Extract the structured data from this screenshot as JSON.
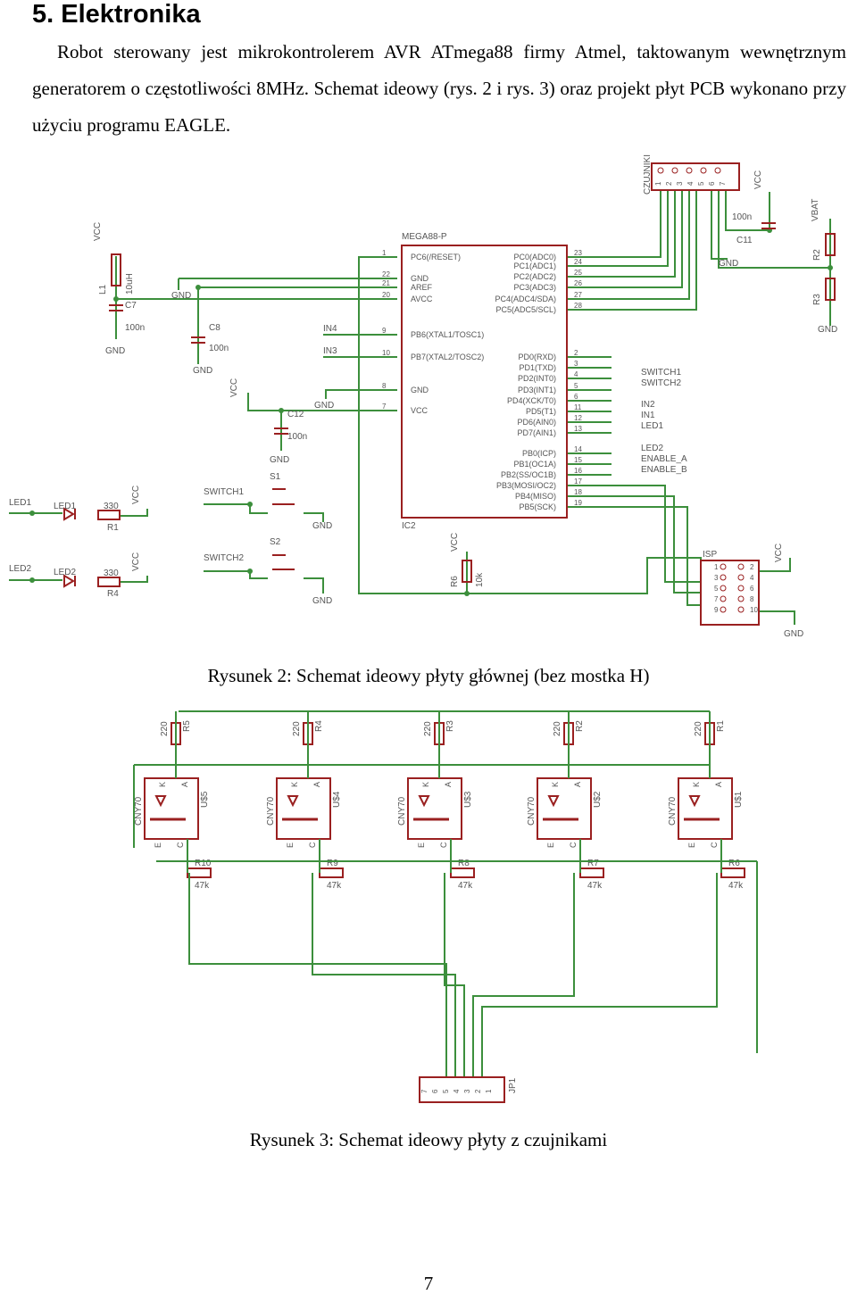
{
  "section": {
    "title": "5. Elektronika",
    "paragraph": "Robot sterowany jest mikrokontrolerem AVR ATmega88 firmy Atmel, taktowanym wewnętrznym generatorem o częstotliwości 8MHz. Schemat ideowy (rys. 2 i rys. 3) oraz projekt płyt PCB wykonano przy użyciu programu EAGLE."
  },
  "figure2": {
    "caption": "Rysunek 2: Schemat ideowy płyty głównej (bez mostka H)",
    "mcu": {
      "name": "MEGA88-P",
      "ref": "IC2",
      "left_pins": [
        {
          "num": "1",
          "name": "PC6(/RESET)"
        },
        {
          "num": "22",
          "name": "GND"
        },
        {
          "num": "21",
          "name": "AREF"
        },
        {
          "num": "20",
          "name": "AVCC"
        },
        {
          "num": "9",
          "name": "PB6(XTAL1/TOSC1)"
        },
        {
          "num": "10",
          "name": "PB7(XTAL2/TOSC2)"
        },
        {
          "num": "8",
          "name": "GND"
        },
        {
          "num": "7",
          "name": "VCC"
        }
      ],
      "right_pins": [
        {
          "num": "23",
          "name": "PC0(ADC0)"
        },
        {
          "num": "24",
          "name": "PC1(ADC1)"
        },
        {
          "num": "25",
          "name": "PC2(ADC2)"
        },
        {
          "num": "26",
          "name": "PC3(ADC3)"
        },
        {
          "num": "27",
          "name": "PC4(ADC4/SDA)"
        },
        {
          "num": "28",
          "name": "PC5(ADC5/SCL)"
        },
        {
          "num": "2",
          "name": "PD0(RXD)"
        },
        {
          "num": "3",
          "name": "PD1(TXD)"
        },
        {
          "num": "4",
          "name": "PD2(INT0)"
        },
        {
          "num": "5",
          "name": "PD3(INT1)"
        },
        {
          "num": "6",
          "name": "PD4(XCK/T0)"
        },
        {
          "num": "11",
          "name": "PD5(T1)"
        },
        {
          "num": "12",
          "name": "PD6(AIN0)"
        },
        {
          "num": "13",
          "name": "PD7(AIN1)"
        },
        {
          "num": "14",
          "name": "PB0(ICP)"
        },
        {
          "num": "15",
          "name": "PB1(OC1A)"
        },
        {
          "num": "16",
          "name": "PB2(SS/OC1B)"
        },
        {
          "num": "17",
          "name": "PB3(MOSI/OC2)"
        },
        {
          "num": "18",
          "name": "PB4(MISO)"
        },
        {
          "num": "19",
          "name": "PB5(SCK)"
        }
      ]
    },
    "labels": {
      "vcc": "VCC",
      "gnd": "GND",
      "vbat": "VBAT",
      "l1": "L1",
      "l1_val": "10uH",
      "c7": "C7",
      "c7_val": "100n",
      "c8": "C8",
      "c8_val": "100n",
      "c12": "C12",
      "c12_val": "100n",
      "c11": "C11",
      "c11_val": "100n",
      "in4": "IN4",
      "in3": "IN3",
      "in2": "IN2",
      "in1": "IN1",
      "switch1": "SWITCH1",
      "switch2": "SWITCH2",
      "led1": "LED1",
      "led2": "LED2",
      "led_left1": "LED1",
      "led_left2": "LED2",
      "led2_net": "LED2",
      "enable_a": "ENABLE_A",
      "enable_b": "ENABLE_B",
      "s1": "S1",
      "s2": "S2",
      "r1": "R1",
      "r4": "R4",
      "r_val": "330",
      "r2": "R2",
      "r3": "R3",
      "r6": "R6",
      "r6_val": "10k",
      "czujniki": "CZUJNIKI",
      "isp": "ISP"
    },
    "czujniki_pins": [
      "1",
      "2",
      "3",
      "4",
      "5",
      "6",
      "7"
    ],
    "isp_pins": [
      "1",
      "2",
      "3",
      "4",
      "5",
      "6",
      "7",
      "8",
      "9",
      "10"
    ]
  },
  "figure3": {
    "caption": "Rysunek 3: Schemat ideowy płyty z czujnikami",
    "sensors": [
      {
        "ref": "U$5",
        "r_top": "R5",
        "r_bot": "R10"
      },
      {
        "ref": "U$4",
        "r_top": "R4",
        "r_bot": "R9"
      },
      {
        "ref": "U$3",
        "r_top": "R3",
        "r_bot": "R8"
      },
      {
        "ref": "U$2",
        "r_top": "R2",
        "r_bot": "R7"
      },
      {
        "ref": "U$1",
        "r_top": "R1",
        "r_bot": "R6"
      }
    ],
    "sensor_type": "CNY70",
    "pin_k": "K",
    "pin_a": "A",
    "pin_e": "E",
    "pin_c": "C",
    "r_top_val": "220",
    "r_bot_val": "47k",
    "connector": "JP1",
    "connector_pins": [
      "7",
      "6",
      "5",
      "4",
      "3",
      "2",
      "1"
    ]
  },
  "page_number": "7",
  "colors": {
    "wire": "#3c8f3c",
    "component": "#9a2020",
    "text": "#555555"
  }
}
